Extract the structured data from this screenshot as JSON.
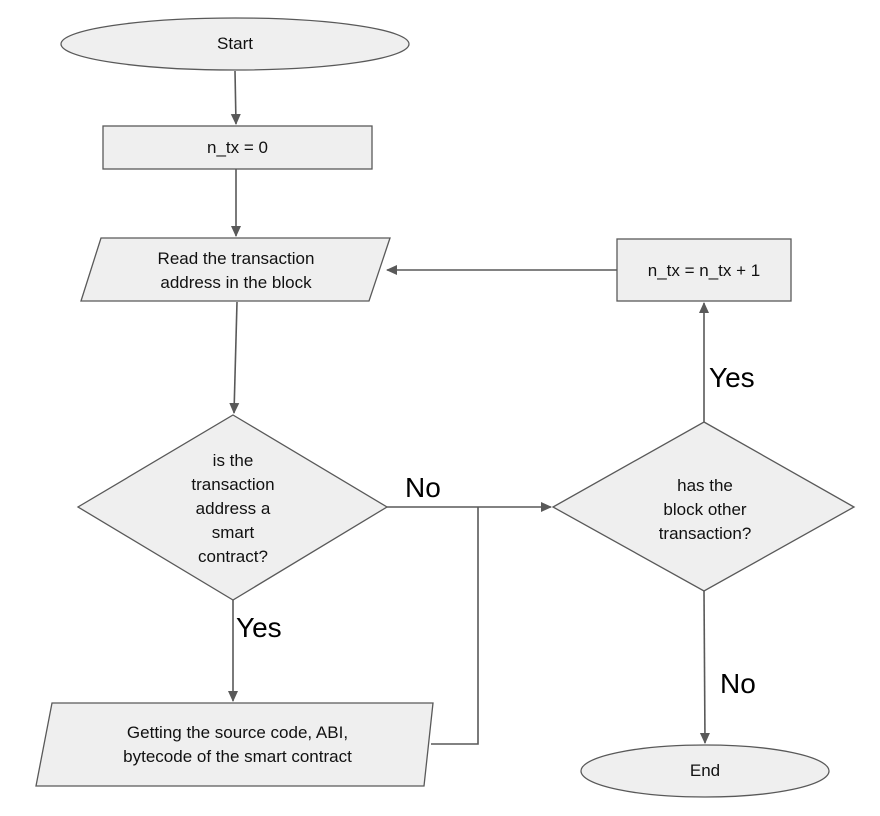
{
  "nodes": {
    "start": "Start",
    "init": "n_tx = 0",
    "read": "Read the transaction\naddress in the block",
    "increment": "n_tx = n_tx + 1",
    "is_contract": "is the\ntransaction\naddress a\nsmart\ncontract?",
    "has_other": "has the\nblock other\ntransaction?",
    "get_source": "Getting the source code, ABI,\nbytecode of the smart contract",
    "end": "End"
  },
  "edge_labels": {
    "no_contract": "No",
    "yes_contract": "Yes",
    "yes_other": "Yes",
    "no_other": "No"
  },
  "colors": {
    "fill": "#efefef",
    "stroke": "#595959",
    "text": "#111111"
  }
}
